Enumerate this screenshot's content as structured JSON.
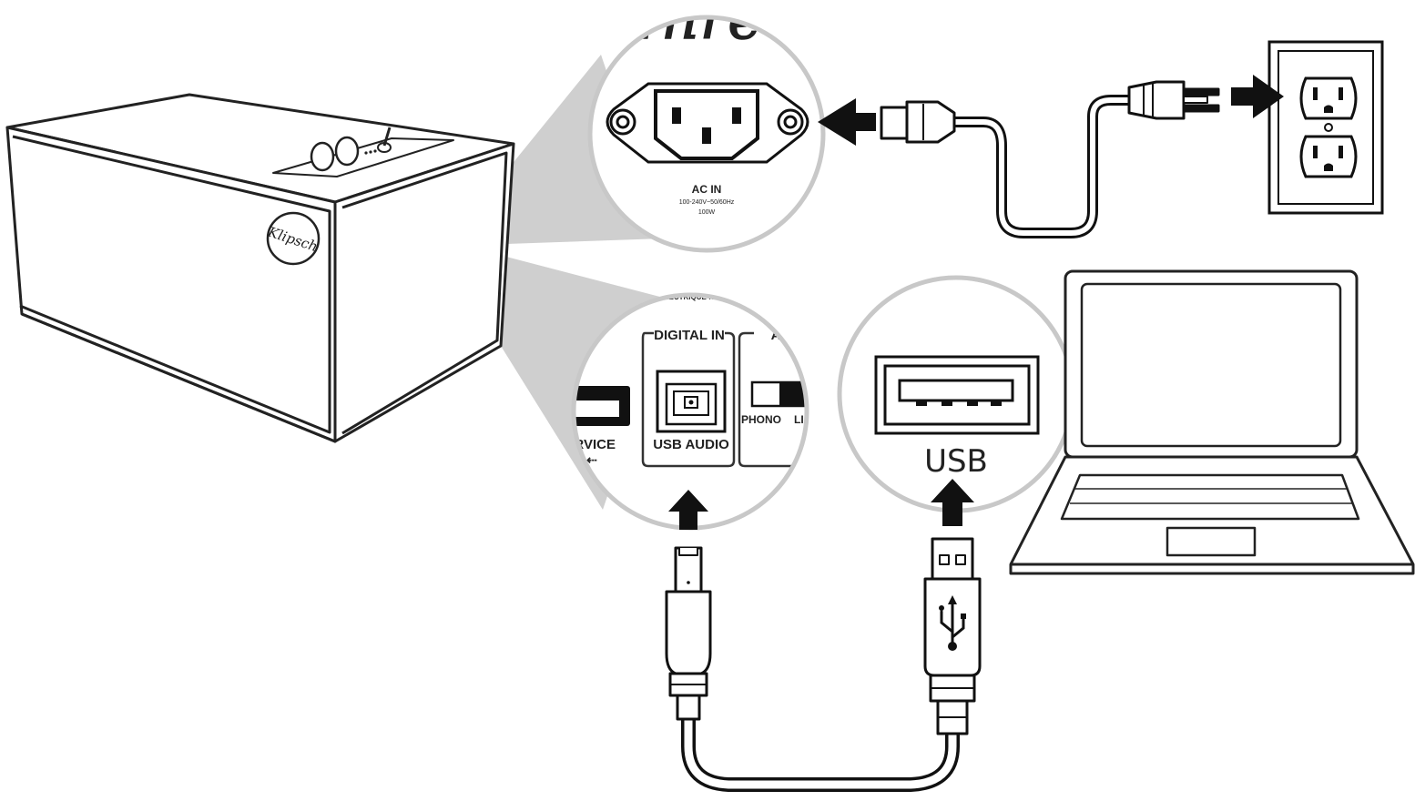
{
  "speaker": {
    "brand_logo": "Klipsch"
  },
  "ac_callout": {
    "model_script": "Three",
    "port_label": "AC IN",
    "rating_line1": "100-240V~50/60Hz",
    "rating_line2": "100W"
  },
  "panel_callout": {
    "warning_text": "ÉLECTRIQUE-NE PAS",
    "digital_in_header": "DIGITAL IN",
    "usb_audio_label": "USB AUDIO",
    "service_label": "ERVICE",
    "switch_left_label": "PHONO",
    "switch_right_label": "LI",
    "next_group_header": "A"
  },
  "laptop_callout": {
    "usb_label": "USB"
  },
  "icons": [
    "arrow-left-icon",
    "arrow-right-icon",
    "arrow-up-icon",
    "usb-trident-icon",
    "outlet-icon",
    "laptop-icon",
    "power-plug-icon"
  ]
}
